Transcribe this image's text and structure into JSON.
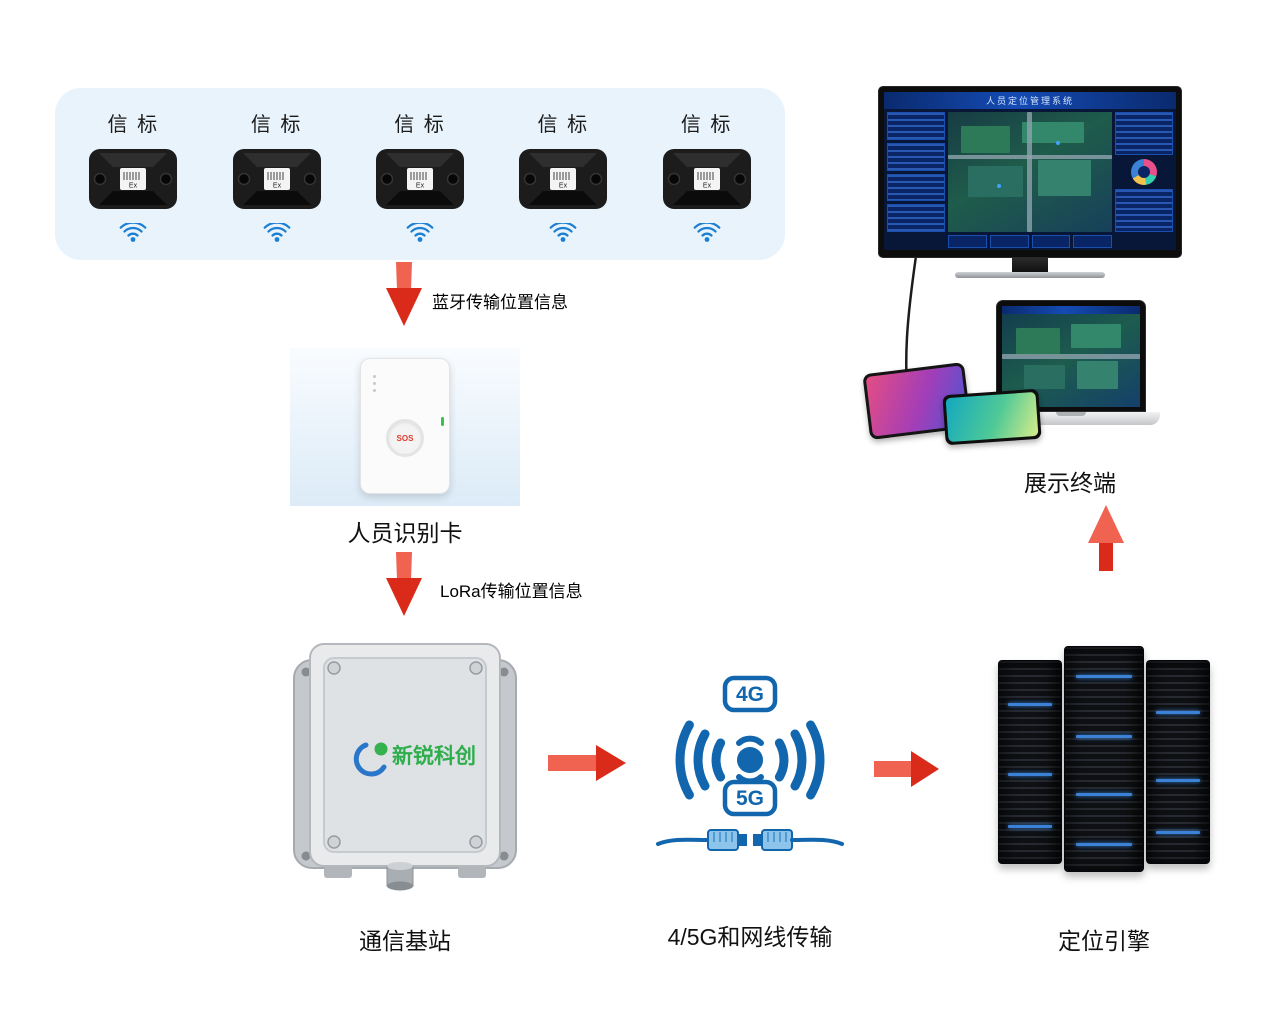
{
  "colors": {
    "arrow_red": "#da2b1a",
    "network_blue": "#1166ad",
    "beacon_panel_bg": "#e9f3fb",
    "logo_green": "#2fae4e",
    "signal_blue": "#1b7fd4"
  },
  "beacons": {
    "ex_mark": "Ex",
    "items": [
      {
        "label": "信 标"
      },
      {
        "label": "信 标"
      },
      {
        "label": "信 标"
      },
      {
        "label": "信 标"
      },
      {
        "label": "信 标"
      }
    ]
  },
  "flow": {
    "bluetooth_label": "蓝牙传输位置信息",
    "lora_label": "LoRa传输位置信息"
  },
  "id_card": {
    "caption": "人员识别卡",
    "sos_label": "SOS"
  },
  "base_station": {
    "caption": "通信基站",
    "logo_text": "新锐科创"
  },
  "network": {
    "caption": "4/5G和网线传输",
    "badge_top": "4G",
    "badge_bottom": "5G"
  },
  "servers": {
    "caption": "定位引擎"
  },
  "display": {
    "caption": "展示终端",
    "screen_title": "人员定位管理系统"
  }
}
